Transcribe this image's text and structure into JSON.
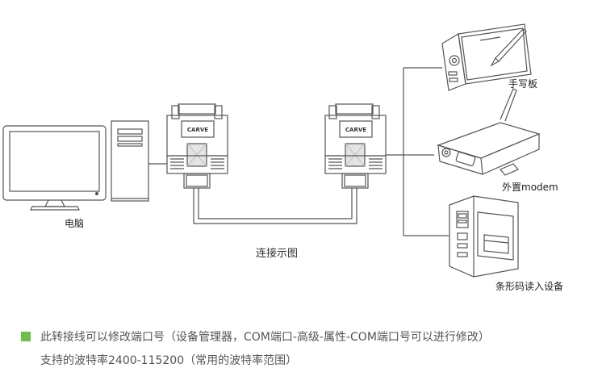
{
  "labels": {
    "computer": "电脑",
    "tablet": "手写板",
    "modem": "外置modem",
    "barcode": "条形码读入设备",
    "diagram": "连接示图",
    "connector_brand": "CARVE"
  },
  "notes": {
    "line1": "此转接线可以修改端口号（设备管理器，COM端口-高级-属性-COM端口号可以进行修改）",
    "line2": "支持的波特率2400-115200（常用的波特率范围）"
  },
  "colors": {
    "bullet": "#6cc04a",
    "line": "#555555",
    "note_text": "#555555"
  }
}
